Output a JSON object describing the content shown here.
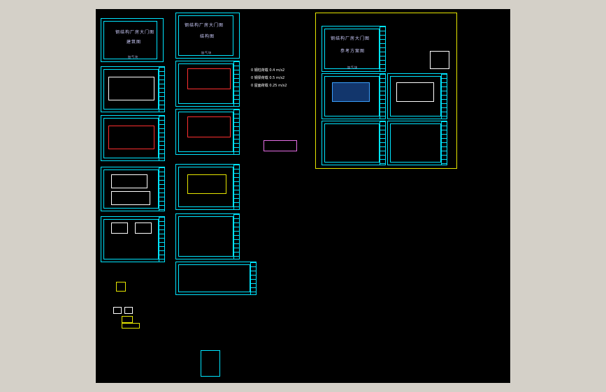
{
  "drawing": {
    "set_a": {
      "cover_title": "钢结构厂房大门图",
      "cover_sub": "建筑图",
      "cover_note": "加气块"
    },
    "set_b": {
      "cover_title": "钢结构厂房大门图",
      "cover_sub": "结构图",
      "cover_note": "加气块"
    },
    "set_c": {
      "cover_title": "钢结构厂房大门图",
      "cover_sub": "参考方案图",
      "cover_note": "加气块"
    },
    "legend": [
      "0 钢柱荷载  0.4 m/s2",
      "0 钢梁荷载  0.5 m/s2",
      "0 屋面荷载  0.25 m/s2"
    ]
  }
}
